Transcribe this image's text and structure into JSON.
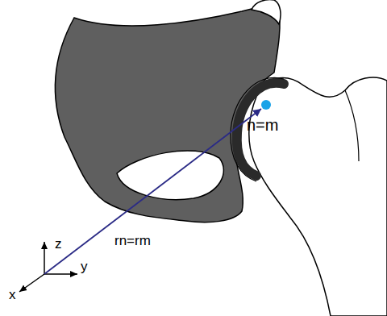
{
  "diagram": {
    "labels": [
      "z",
      "y",
      "x",
      "rn=rm",
      "n=m"
    ]
  }
}
